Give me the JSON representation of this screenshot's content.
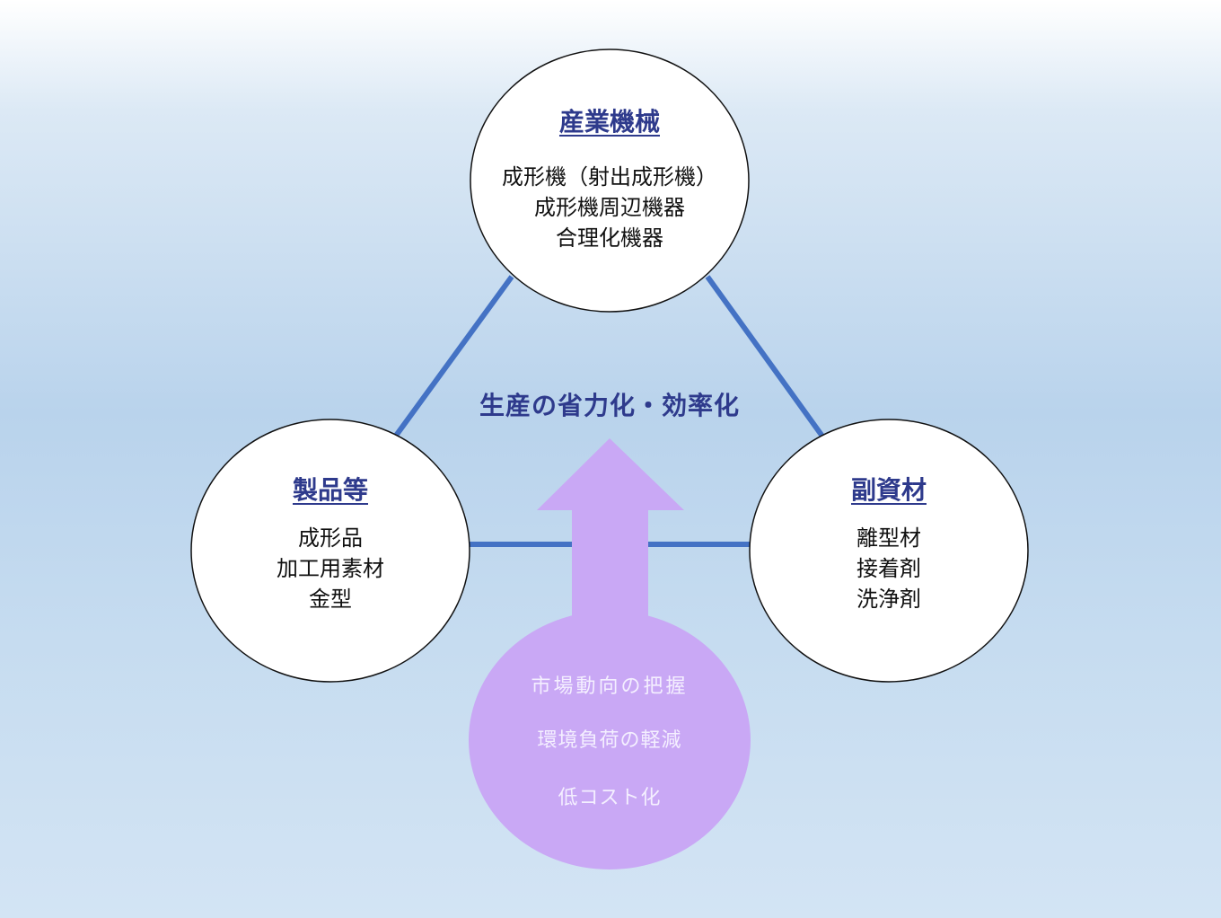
{
  "center_label": "生産の省力化・効率化",
  "nodes": {
    "top": {
      "title": "産業機械",
      "lines": [
        "成形機（射出成形機）",
        "成形機周辺機器",
        "合理化機器"
      ]
    },
    "left": {
      "title": "製品等",
      "lines": [
        "成形品",
        "加工用素材",
        "金型"
      ]
    },
    "right": {
      "title": "副資材",
      "lines": [
        "離型材",
        "接着剤",
        "洗浄剤"
      ]
    }
  },
  "drivers": [
    "市場動向の把握",
    "環境負荷の軽減",
    "低コスト化"
  ],
  "colors": {
    "line": "#4472c4",
    "title": "#2e3a8c",
    "arrow": "#c9a8f5"
  }
}
